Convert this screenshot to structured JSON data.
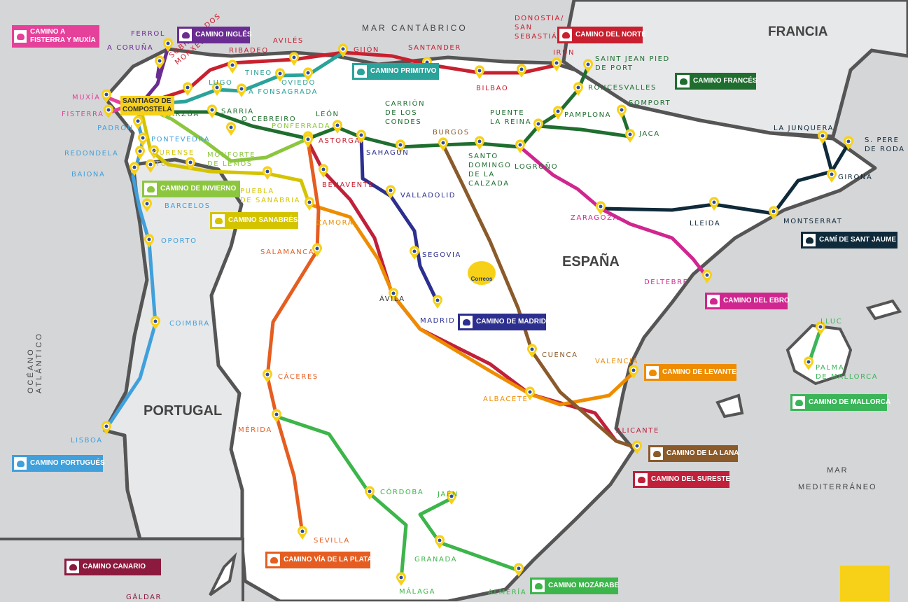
{
  "regions": {
    "sea_north": "MAR CANTÁBRICO",
    "france": "FRANCIA",
    "spain": "ESPAÑA",
    "portugal": "PORTUGAL",
    "atlantic": "OCÉANO ATLÁNTICO",
    "mediterranean": "MAR\nMEDITERRÁNEO"
  },
  "santiago": "SANTIAGO DE\nCOMPOSTELA",
  "correos_label": "Correos",
  "legend": [
    {
      "label": "CAMINO A\nFISTERRA Y MUXÍA",
      "color": "#e5409a"
    },
    {
      "label": "CAMINO INGLÉS",
      "color": "#6a2c91"
    },
    {
      "label": "CAMINO DEL NORTE",
      "color": "#c8202f"
    },
    {
      "label": "CAMINO PRIMITIVO",
      "color": "#2aa39a"
    },
    {
      "label": "CAMINO FRANCÉS",
      "color": "#1f6e2f"
    },
    {
      "label": "CAMINO DE INVIERNO",
      "color": "#8cc63e"
    },
    {
      "label": "CAMINO SANABRÉS",
      "color": "#d4c400"
    },
    {
      "label": "CAMÍ DE SANT JAUME",
      "color": "#0f2a3a"
    },
    {
      "label": "CAMINO DE MADRID",
      "color": "#2c2f8e"
    },
    {
      "label": "CAMINO DEL EBRO",
      "color": "#d0268f"
    },
    {
      "label": "CAMINO DE LEVANTE",
      "color": "#ee8c00"
    },
    {
      "label": "CAMINO DE MALLORCA",
      "color": "#3cb55a"
    },
    {
      "label": "CAMINO DE LA LANA",
      "color": "#8b5a2b"
    },
    {
      "label": "CAMINO DEL SURESTE",
      "color": "#c0203a"
    },
    {
      "label": "CAMINO PORTUGUÉS",
      "color": "#3fa0dc"
    },
    {
      "label": "CAMINO VÍA DE LA PLATA",
      "color": "#e55d20"
    },
    {
      "label": "CAMINO MOZÁRABE",
      "color": "#3cb54a"
    },
    {
      "label": "CAMINO CANARIO",
      "color": "#8b1a3e"
    }
  ],
  "cities": [
    "FERROL",
    "A CORUÑA",
    "MUXÍA",
    "FISTERRA",
    "PADRÓN",
    "REDONDELA",
    "BAIONA",
    "BARCELOS",
    "OPORTO",
    "COIMBRA",
    "LISBOA",
    "SOBRADO DOS\nMONXES",
    "RIBADEO",
    "AVILÉS",
    "GIJÓN",
    "SANTANDER",
    "DONOSTIA/\nSAN\nSEBASTIÁN",
    "IRÚN",
    "BILBAO",
    "TINEO",
    "OVIEDO",
    "LUGO",
    "A FONSAGRADA",
    "ARZÚA",
    "SARRIA",
    "O CEBREIRO",
    "PONFERRADA",
    "LEÓN",
    "ASTORGA",
    "CARRIÓN\nDE LOS\nCONDES",
    "BURGOS",
    "SAHAGÚN",
    "PONTEVEDRA",
    "OURENSE",
    "TUI",
    "MONFORTE\nDE LEMOS",
    "PUEBLA\nDE SANABRIA",
    "BENAVENTE",
    "VALLADOLID",
    "ZAMORA",
    "SALAMANCA",
    "SEGOVIA",
    "ÁVILA",
    "MADRID",
    "SANTO\nDOMINGO\nDE LA\nCALZADA",
    "LOGROÑO",
    "PUENTE\nLA REINA",
    "PAMPLONA",
    "RONCESVALLES",
    "SAINT JEAN PIED\nDE PORT",
    "SOMPORT",
    "JACA",
    "ZARAGOZA",
    "LLEIDA",
    "MONTSERRAT",
    "LA JUNQUERA",
    "S. PERE\nDE RODA",
    "GIRONA",
    "DELTEBRE",
    "CUENCA",
    "VALENCIA",
    "ALBACETE",
    "ALICANTE",
    "CÁCERES",
    "MÉRIDA",
    "CÓRDOBA",
    "JAÉN",
    "GRANADA",
    "SEVILLA",
    "MÁLAGA",
    "ALMERÍA",
    "LLUC",
    "PALMA\nDE MALLORCA",
    "GÁLDAR"
  ]
}
